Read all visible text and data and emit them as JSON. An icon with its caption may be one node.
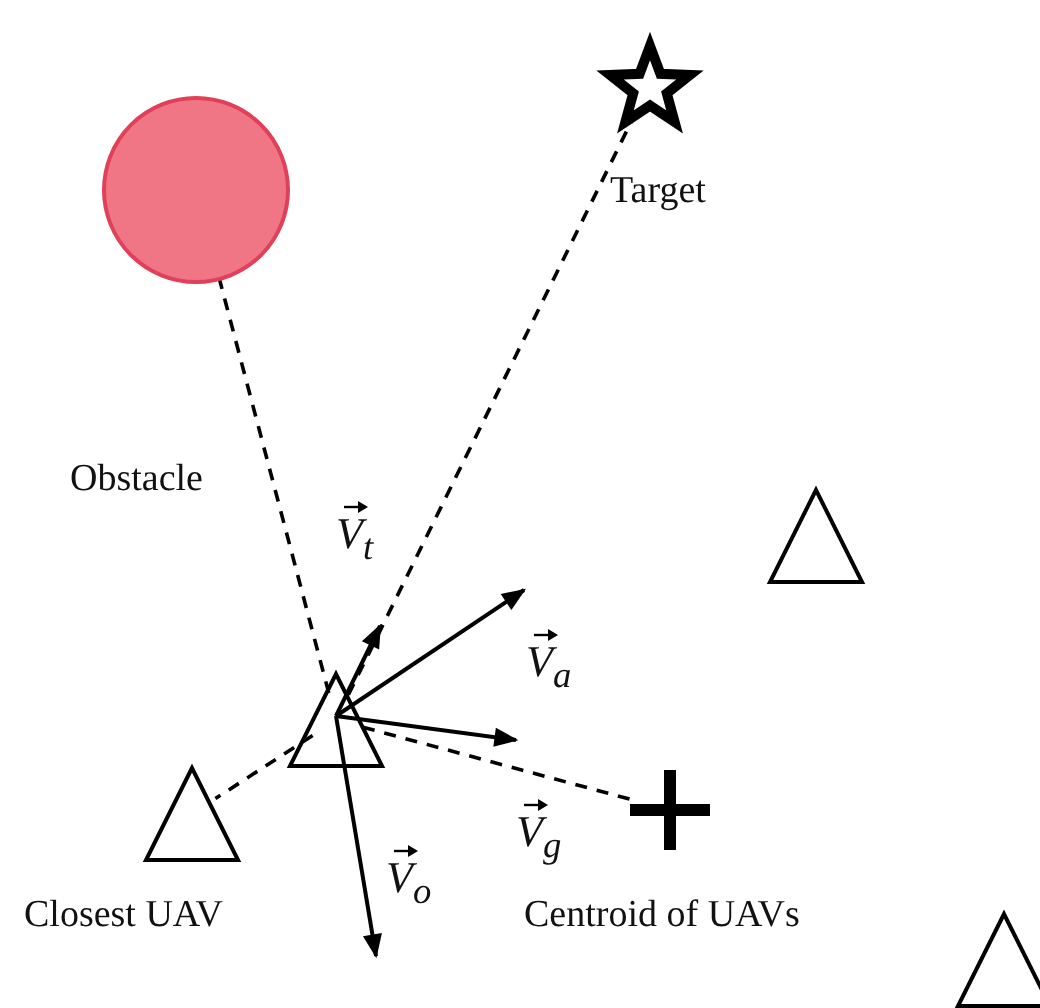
{
  "diagram": {
    "nodes": [
      {
        "text": [],
        "shape": "circle"
      },
      {
        "text": [],
        "shape": "star",
        "beside": [
          "Target"
        ]
      },
      {
        "text": [],
        "shape": "triangle"
      },
      {
        "text": [],
        "shape": "triangle",
        "beside": [
          "Closest UAV"
        ]
      },
      {
        "text": [],
        "shape": "cross",
        "beside": [
          "Centroid of UAVs"
        ]
      },
      {
        "text": [],
        "shape": "triangle"
      },
      {
        "text": [],
        "shape": "triangle"
      }
    ],
    "edges": [
      {
        "from": 2,
        "to": 1,
        "arrow": "none",
        "style": "dashed"
      },
      {
        "from": 2,
        "to": 0,
        "arrow": "none",
        "style": "dashed"
      },
      {
        "from": 2,
        "to": 3,
        "arrow": "none",
        "style": "dashed"
      },
      {
        "from": 2,
        "to": 4,
        "arrow": "none",
        "style": "dashed"
      }
    ],
    "labels": [
      "Obstacle",
      "V$_{t}$",
      "V$_{a}$",
      "V$_{g}$",
      "V$_{o}$"
    ]
  }
}
